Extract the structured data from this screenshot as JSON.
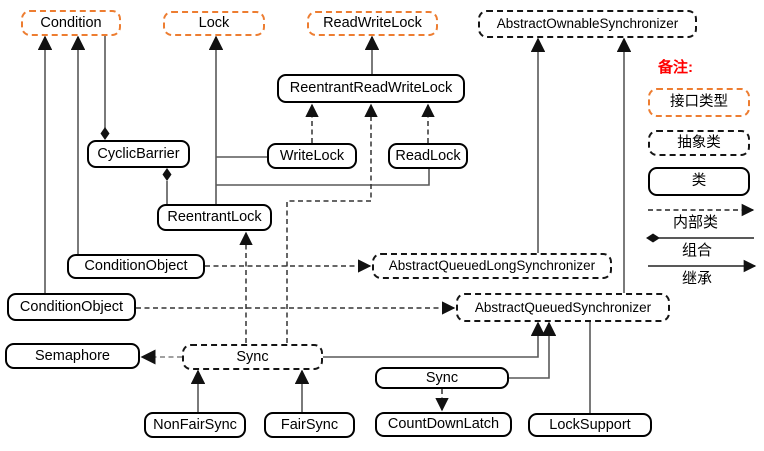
{
  "nodes": {
    "condition": "Condition",
    "lock": "Lock",
    "read_write_lock": "ReadWriteLock",
    "abstract_ownable_synchronizer": "AbstractOwnableSynchronizer",
    "reentrant_read_write_lock": "ReentrantReadWriteLock",
    "cyclic_barrier": "CyclicBarrier",
    "write_lock": "WriteLock",
    "read_lock": "ReadLock",
    "reentrant_lock": "ReentrantLock",
    "condition_object_1": "ConditionObject",
    "condition_object_2": "ConditionObject",
    "abstract_queued_long_synchronizer": "AbstractQueuedLongSynchronizer",
    "abstract_queued_synchronizer": "AbstractQueuedSynchronizer",
    "semaphore": "Semaphore",
    "sync_abstract": "Sync",
    "sync_class": "Sync",
    "non_fair_sync": "NonFairSync",
    "fair_sync": "FairSync",
    "count_down_latch": "CountDownLatch",
    "lock_support": "LockSupport"
  },
  "legend": {
    "title": "备注:",
    "interface_type": "接口类型",
    "abstract_class": "抽象类",
    "class": "类",
    "inner_class": "内部类",
    "composition": "组合",
    "inheritance": "继承"
  },
  "colors": {
    "interface_border": "#ED7D31",
    "note_red": "#FF0000",
    "class_border": "#000000",
    "solid_line": "#595959",
    "dashed_line": "#333333",
    "background": "#FFFFFF"
  }
}
